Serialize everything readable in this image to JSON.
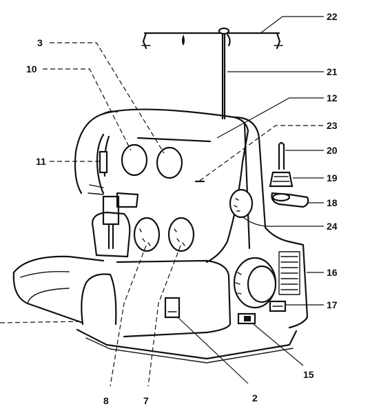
{
  "diagram": {
    "kind": "overlock sewing machine parts diagram",
    "labels": {
      "l2": "2",
      "l3": "3",
      "l7": "7",
      "l8": "8",
      "l10": "10",
      "l11": "11",
      "l12": "12",
      "l15": "15",
      "l16": "16",
      "l17": "17",
      "l18": "18",
      "l19": "19",
      "l20": "20",
      "l21": "21",
      "l22": "22",
      "l23": "23",
      "l24": "24"
    }
  },
  "colors": {
    "ink": "#111111",
    "paper": "#ffffff"
  }
}
